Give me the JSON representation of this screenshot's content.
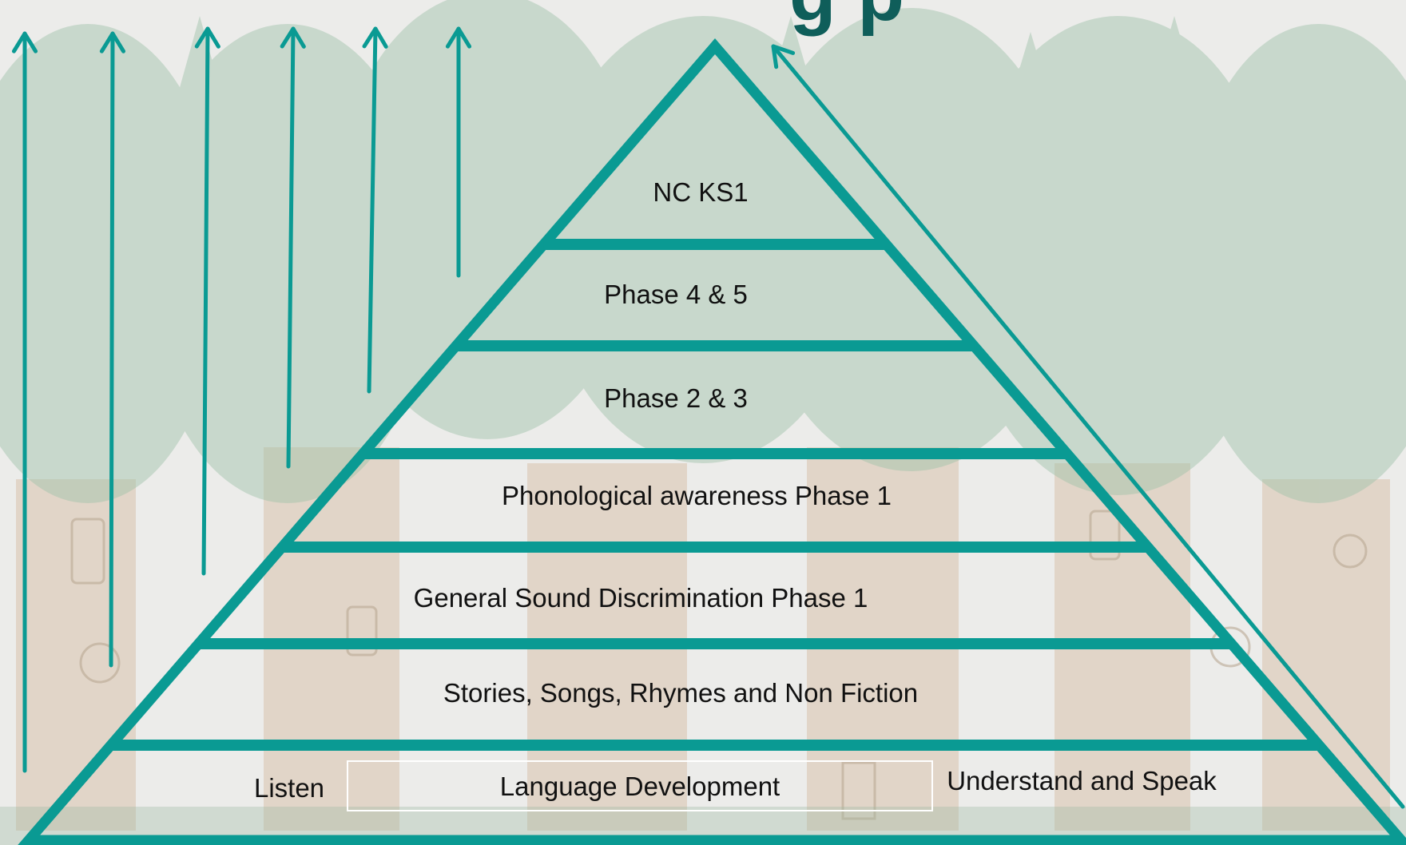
{
  "slide": {
    "title_fragment": "g p",
    "accent_color": "#0a9a93",
    "background": "watercolor-forest-treehouses"
  },
  "pyramid": {
    "levels": [
      {
        "label": "NC KS1"
      },
      {
        "label": "Phase 4 & 5"
      },
      {
        "label": "Phase 2 & 3"
      },
      {
        "label": "Phonological awareness Phase 1"
      },
      {
        "label": "General Sound Discrimination Phase 1"
      },
      {
        "label": "Stories, Songs, Rhymes and Non Fiction"
      },
      {
        "label": "Language Development"
      }
    ],
    "base_left_label": "Listen",
    "base_right_label": "Understand and Speak"
  },
  "arrows": {
    "count": 7,
    "direction": "up"
  }
}
